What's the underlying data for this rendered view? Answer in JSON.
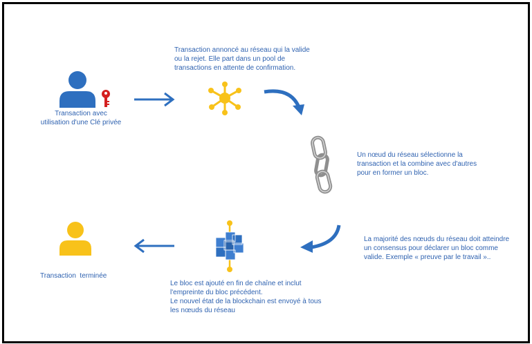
{
  "colors": {
    "blue": "#2e6fbf",
    "text_blue": "#2f62b0",
    "yellow": "#f8c21a",
    "red": "#d42020",
    "gray": "#9a9a9a"
  },
  "steps": {
    "start_label": "Transaction avec\nutilisation d'une Clé privée",
    "broadcast_text": "Transaction annoncé au réseau qui la valide\nou la rejet. Elle part dans un pool de\ntransactions en attente de confirmation.",
    "node_select_text": "Un nœud du réseau sélectionne la\ntransaction et la combine avec d'autres\npour en former un bloc.",
    "consensus_text": "La majorité des nœuds du réseau doit atteindre\nun consensus pour déclarer un bloc comme\nvalide. Exemple « preuve par le travail »..",
    "block_added_text": "Le bloc est ajouté en fin de chaîne et inclut\nl'empreinte du bloc précédent.\nLe nouvel état de la blockchain est envoyé à tous\nles nœuds du réseau",
    "end_label": "Transaction  terminée"
  },
  "icons": {
    "user_icon": "user-icon",
    "key_icon": "key-icon",
    "network_icon": "network-hub-icon",
    "chain_icon": "chain-link-icon",
    "blocks_icon": "cube-stack-icon",
    "done_user_icon": "user-icon"
  }
}
